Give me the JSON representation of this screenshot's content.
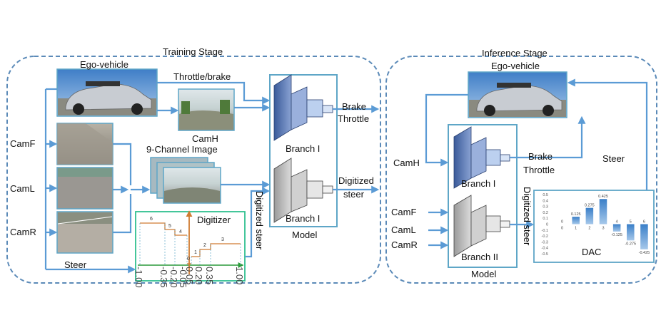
{
  "training": {
    "title": "Training Stage",
    "ego_vehicle": "Ego-vehicle",
    "throttle_brake": "Throttle/brake",
    "camh": "CamH",
    "nine_channel": "9-Channel Image",
    "camf": "CamF",
    "caml": "CamL",
    "camr": "CamR",
    "steer": "Steer",
    "branch_top": "Branch I",
    "branch_bottom": "Branch I",
    "model": "Model",
    "brake": "Brake",
    "throttle": "Throttle",
    "digitized": "Digitized",
    "steer_out": "steer",
    "digitized_steer": "Digitized steer",
    "digitizer": {
      "title": "Digitizer",
      "step_labels": [
        "6",
        "5",
        "4",
        "0",
        "1",
        "2",
        "3"
      ],
      "ticks": [
        "-1.00",
        "-0.35",
        "-0.20",
        "-0.05",
        "0.05",
        "0.20",
        "0.35",
        "1.00"
      ]
    }
  },
  "inference": {
    "title": "Inference Stage",
    "ego_vehicle": "Ego-vehicle",
    "camh": "CamH",
    "camf": "CamF",
    "caml": "CamL",
    "camr": "CamR",
    "branch_top": "Branch I",
    "branch_bottom": "Branch II",
    "model": "Model",
    "brake": "Brake",
    "throttle": "Throttle",
    "steer": "Steer",
    "digitized_steer": "Digitized steer",
    "dac_label": "DAC"
  },
  "chart_data": {
    "type": "bar",
    "title": "",
    "categories": [
      "0",
      "1",
      "2",
      "3",
      "4",
      "5",
      "6"
    ],
    "values": [
      0,
      0.125,
      0.275,
      0.425,
      -0.125,
      -0.275,
      -0.425
    ],
    "value_labels": [
      "0",
      "0.125",
      "0.275",
      "0.425",
      "-0.125",
      "-0.275",
      "-0.425"
    ],
    "yticks": [
      "0.5",
      "0.4",
      "0.3",
      "0.2",
      "0.1",
      "0",
      "-0.1",
      "-0.2",
      "-0.3",
      "-0.4",
      "-0.5"
    ],
    "ylim": [
      -0.5,
      0.5
    ],
    "xlabel": "",
    "ylabel": ""
  },
  "colors": {
    "arrow": "#5b9bd5",
    "dash_border": "#5b8ab8",
    "box_border": "#5ea6c7",
    "digitizer_border": "#30c090",
    "step_orange": "#d07a30",
    "axis_green": "#2a9a3a",
    "bar_blue": "#4a8fcf"
  }
}
